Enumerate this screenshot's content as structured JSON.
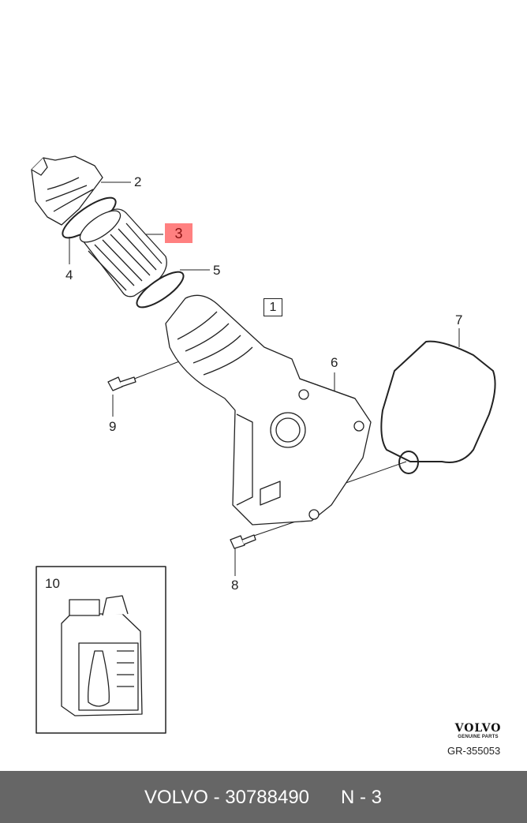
{
  "diagram": {
    "callouts": [
      {
        "id": "1",
        "label": "1",
        "style": "boxed"
      },
      {
        "id": "2",
        "label": "2"
      },
      {
        "id": "3",
        "label": "3",
        "highlighted": true
      },
      {
        "id": "4",
        "label": "4"
      },
      {
        "id": "5",
        "label": "5"
      },
      {
        "id": "6",
        "label": "6"
      },
      {
        "id": "7",
        "label": "7"
      },
      {
        "id": "8",
        "label": "8"
      },
      {
        "id": "9",
        "label": "9"
      },
      {
        "id": "10",
        "label": "10"
      }
    ],
    "highlight_color": "#ff8080",
    "logo": {
      "brand": "VOLVO",
      "tagline": "GENUINE PARTS"
    },
    "reference": "GR-355053"
  },
  "footer": {
    "part_text": "VOLVO - 30788490",
    "position_text": "N - 3",
    "background": "#666666"
  }
}
